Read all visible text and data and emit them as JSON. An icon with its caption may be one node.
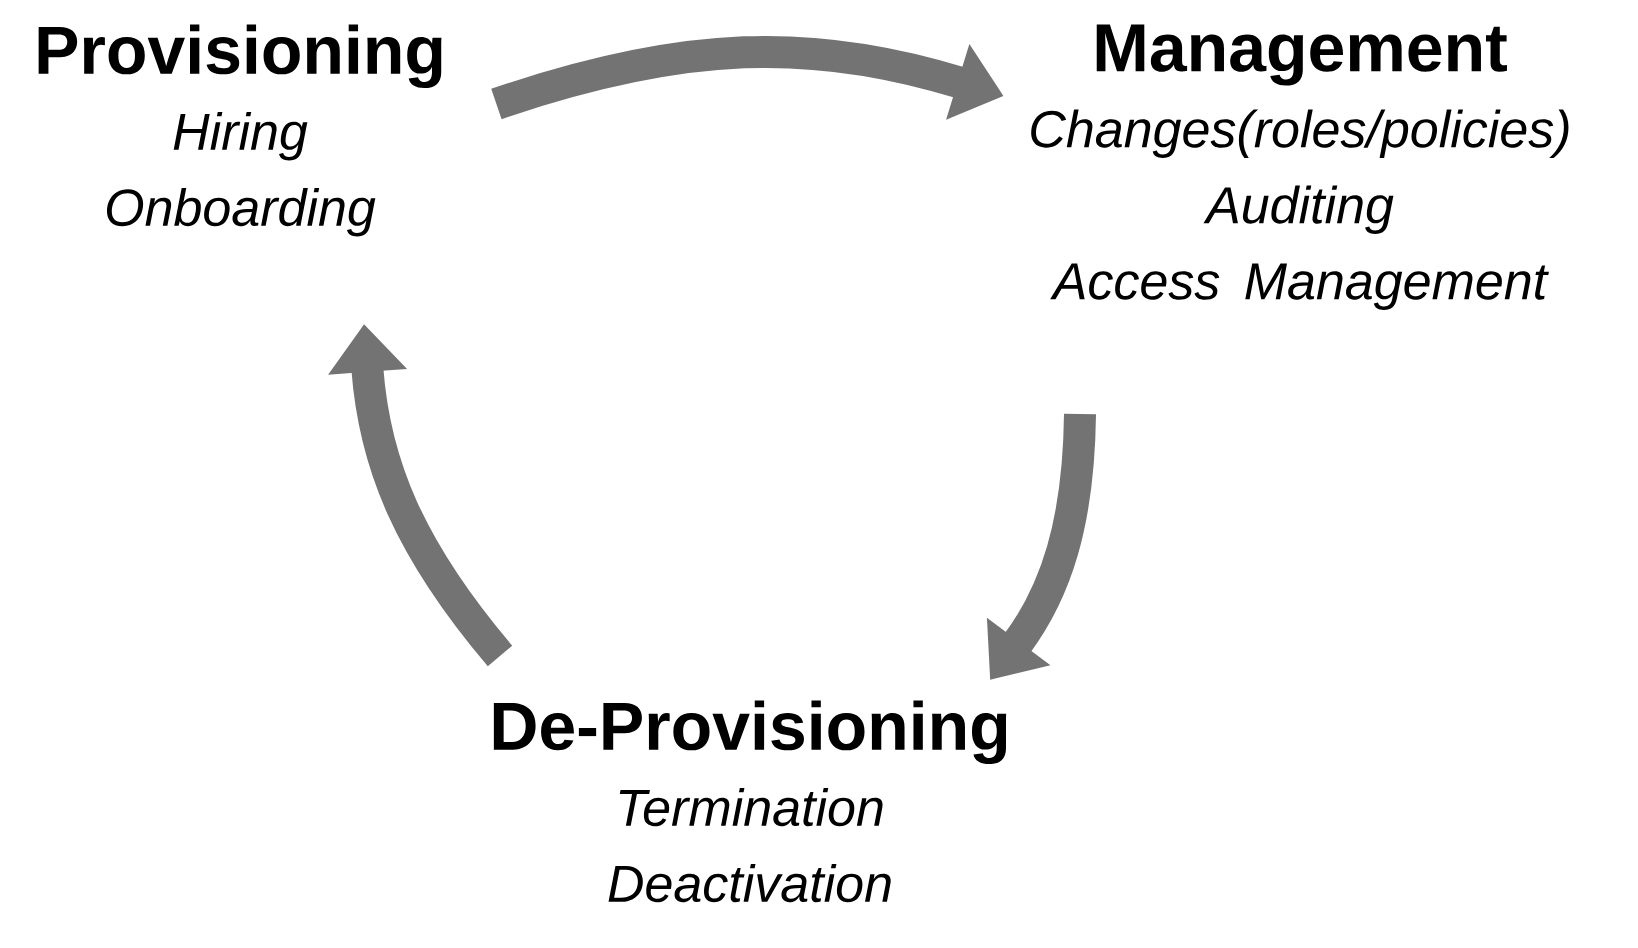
{
  "diagram": {
    "nodes": [
      {
        "text": [
          "Provisioning",
          "Hiring",
          "Onboarding"
        ]
      },
      {
        "text": [
          "Management",
          "Changes(roles/policies)",
          "Auditing",
          "Access Management"
        ]
      },
      {
        "text": [
          "De-Provisioning",
          "Termination",
          "Deactivation"
        ]
      }
    ],
    "edges": [
      {
        "from": 0,
        "to": 1,
        "arrow": "to"
      },
      {
        "from": 1,
        "to": 2,
        "arrow": "to"
      },
      {
        "from": 2,
        "to": 0,
        "arrow": "to"
      }
    ]
  }
}
